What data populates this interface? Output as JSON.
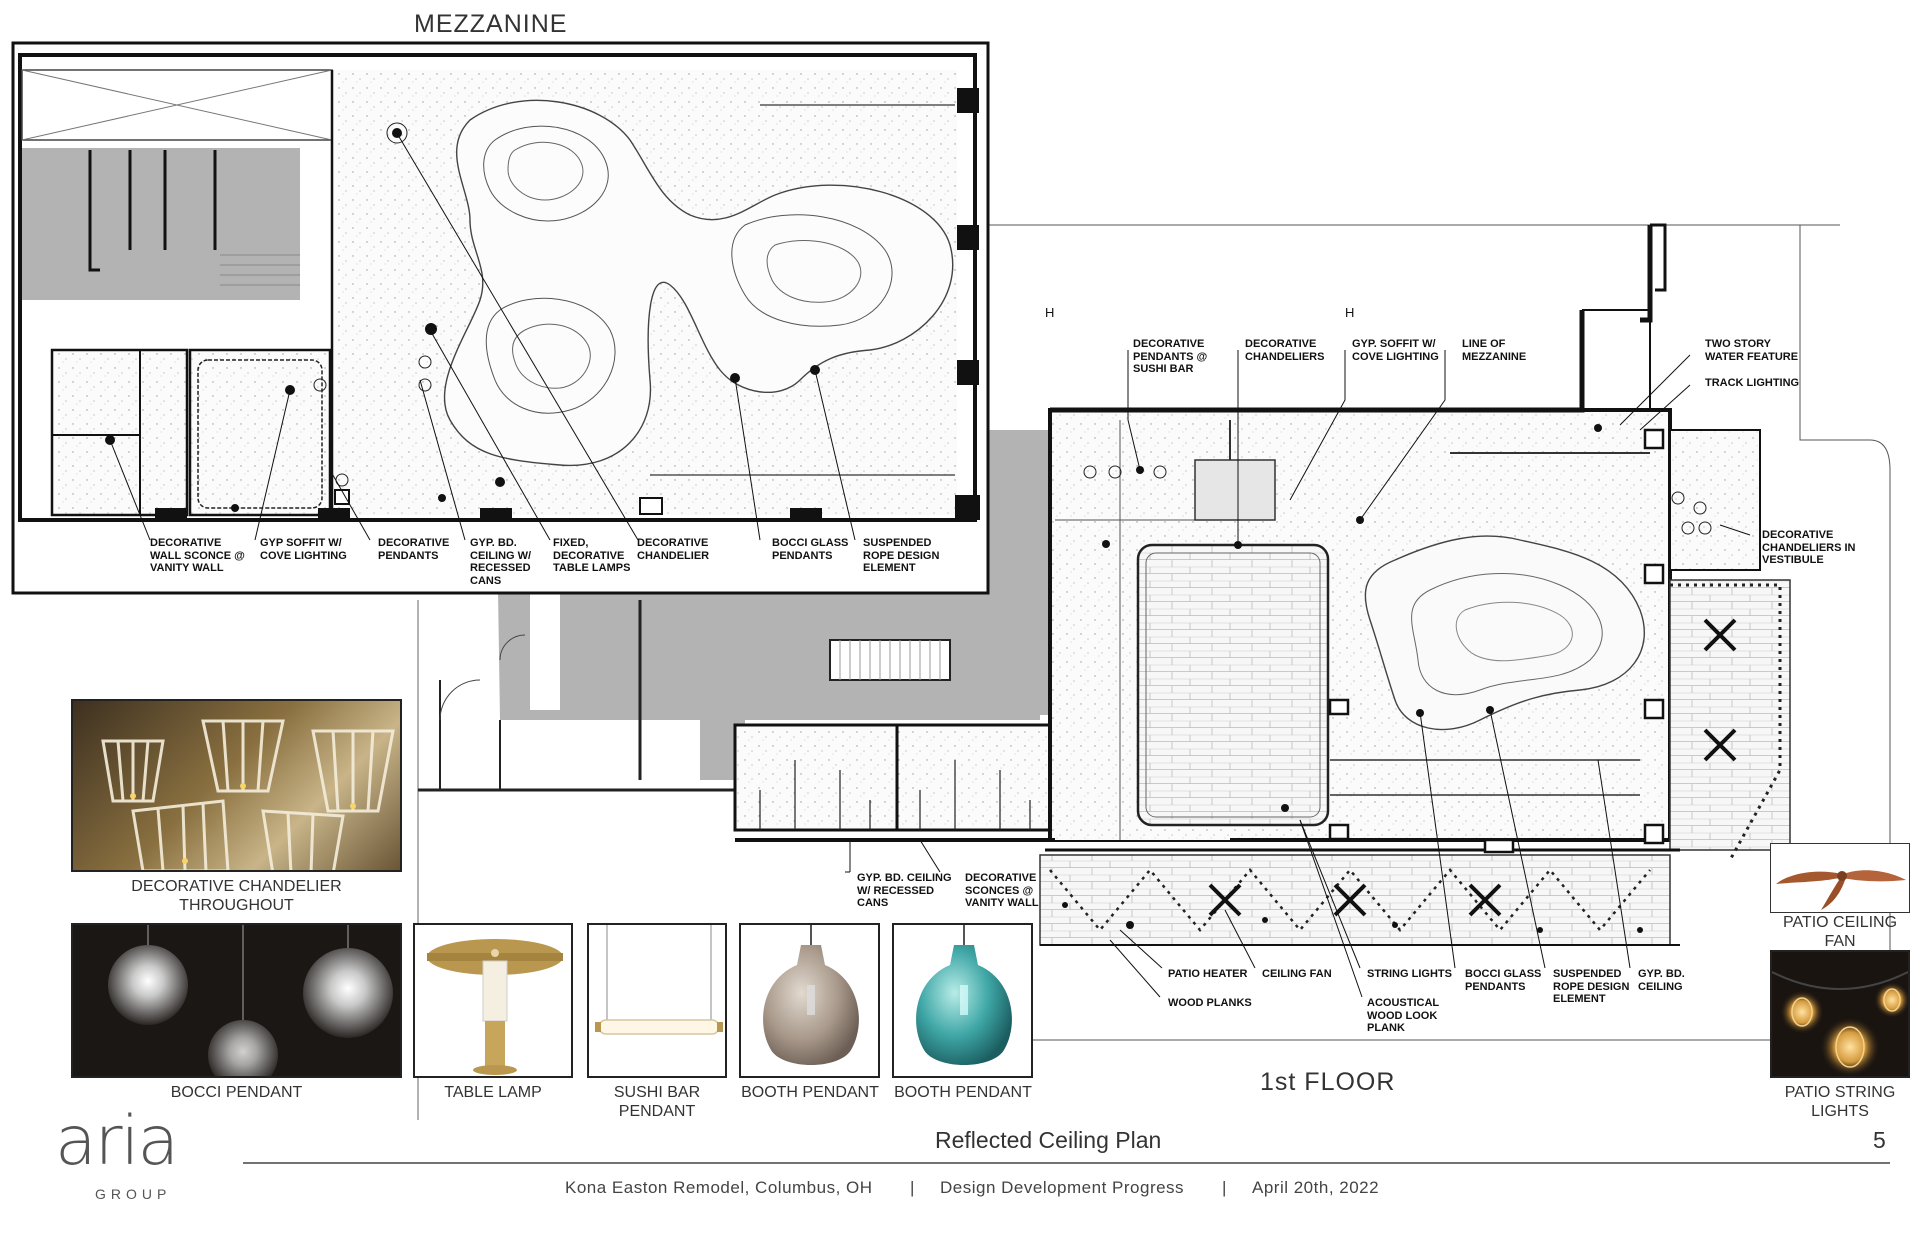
{
  "mezzanine": {
    "title": "MEZZANINE",
    "callouts": [
      "DECORATIVE\nWALL SCONCE @\nVANITY WALL",
      "GYP SOFFIT W/\nCOVE LIGHTING",
      "DECORATIVE\nPENDANTS",
      "GYP. BD.\nCEILING W/\nRECESSED\nCANS",
      "FIXED,\nDECORATIVE\nTABLE LAMPS",
      "DECORATIVE\nCHANDELIER",
      "BOCCI GLASS\nPENDANTS",
      "SUSPENDED\nROPE DESIGN\nELEMENT"
    ]
  },
  "first_floor": {
    "title": "1st FLOOR",
    "top_callouts": [
      "DECORATIVE\nPENDANTS @\nSUSHI BAR",
      "DECORATIVE\nCHANDELIERS",
      "GYP. SOFFIT W/\nCOVE LIGHTING",
      "LINE OF\nMEZZANINE",
      "TWO STORY\nWATER FEATURE",
      "TRACK LIGHTING",
      "DECORATIVE\nCHANDELIERS IN\nVESTIBULE"
    ],
    "mid_callouts": [
      "GYP. BD. CEILING\nW/ RECESSED\nCANS",
      "DECORATIVE\nSCONCES @\nVANITY WALL"
    ],
    "bottom_callouts": [
      "PATIO HEATER",
      "CEILING FAN",
      "WOOD PLANKS",
      "STRING LIGHTS",
      "ACOUSTICAL\nWOOD LOOK\nPLANK",
      "BOCCI GLASS\nPENDANTS",
      "SUSPENDED\nROPE DESIGN\nELEMENT",
      "GYP. BD.\nCEILING"
    ]
  },
  "photos": {
    "chandelier": "DECORATIVE CHANDELIER\nTHROUGHOUT",
    "bocci": "BOCCI PENDANT",
    "table_lamp": "TABLE LAMP",
    "sushi": "SUSHI BAR\nPENDANT",
    "booth1": "BOOTH PENDANT",
    "booth2": "BOOTH PENDANT",
    "fan": "PATIO CEILING\nFAN",
    "string": "PATIO STRING\nLIGHTS"
  },
  "footer": {
    "logo_main": "aria",
    "logo_sub": "GROUP",
    "title": "Reflected Ceiling Plan",
    "page": "5",
    "project": "Kona Easton Remodel, Columbus, OH",
    "sep1": "|",
    "phase": "Design Development Progress",
    "sep2": "|",
    "date": "April 20th, 2022"
  },
  "colors": {
    "wall": "#111111",
    "gray_fill": "#b3b3b3",
    "stipple": "#f1f1f1",
    "teal_glass": "#3fa7a6",
    "smoke_glass": "#a7988a",
    "brass": "#b9974e"
  }
}
